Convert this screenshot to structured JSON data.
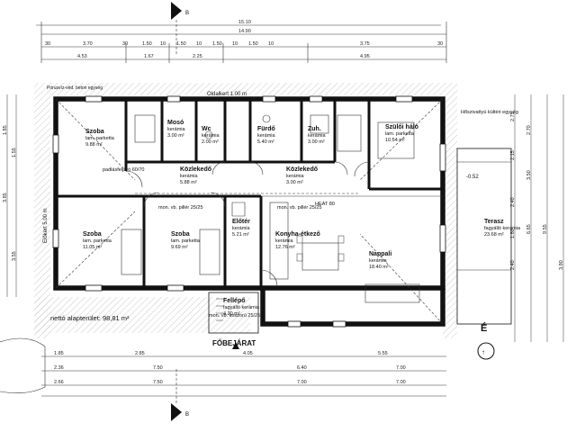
{
  "section": {
    "mark": "B"
  },
  "dims_top": {
    "total": "15.10",
    "inner": "14.90",
    "row3": [
      "30",
      "3.70",
      "30",
      "1.50",
      "10",
      "1.50",
      "10",
      "1.50",
      "10",
      "1.50",
      "10",
      "3.75",
      "30"
    ],
    "row4": [
      "4.53",
      "1.67",
      "2.25",
      "4.95"
    ]
  },
  "dims_bottom": {
    "row1": [
      "1.85",
      "2.85",
      "4.05",
      "5.55"
    ],
    "row2": [
      "2.36",
      "7.50",
      "6.40",
      "7.00"
    ],
    "row3": [
      "2.66",
      "7.50",
      "7.00",
      "7.00"
    ]
  },
  "dims_right": [
    "2.75",
    "2.15",
    "2.70",
    "3.50",
    "2.40",
    "1.80",
    "2.40",
    "6.65",
    "9.55",
    "3.90"
  ],
  "dims_left": [
    "1.85",
    "3.85",
    "1.55",
    "3.55"
  ],
  "labels": {
    "top_note": "Oldalkert 1.00 m",
    "left_note": "Előkert 5.00 m",
    "top_left_note": "Pórusvíz-véd. beton egység",
    "right_note": "Hőszivattyú kültéri egység",
    "net_area": "nettó alapterület: 98,81 m²",
    "main_entrance": "FŐBEJÁRAT",
    "north": "É",
    "north_arrow": "↑",
    "terrace_level": "-0.52",
    "attic": "padlásfeljáró 60/70",
    "pillar1": "mon. vb. pillér 25/25",
    "pillar2": "mon. vb. pillér 25/25",
    "heat": "HEAT 80",
    "pillar3": "mon. vb. koszorú 25/25"
  },
  "rooms": [
    {
      "name": "Szoba",
      "finish": "lam. parketta",
      "area": "9.88 m²"
    },
    {
      "name": "Mosó",
      "finish": "kerámia",
      "area": "3.00 m²"
    },
    {
      "name": "Wc",
      "finish": "kerámia",
      "area": "2.00 m²"
    },
    {
      "name": "Fürdő",
      "finish": "kerámia",
      "area": "5.40 m²"
    },
    {
      "name": "Zuh.",
      "finish": "kerámia",
      "area": "3.00 m²"
    },
    {
      "name": "Szülői háló",
      "finish": "lam. parketta",
      "area": "10.54 m²"
    },
    {
      "name": "Közlekedő",
      "finish": "kerámia",
      "area": "5.88 m²"
    },
    {
      "name": "Közlekedő",
      "finish": "kerámia",
      "area": "3.00 m²"
    },
    {
      "name": "Szoba",
      "finish": "lam. parketta",
      "area": "11.05 m²"
    },
    {
      "name": "Szoba",
      "finish": "lam. parketta",
      "area": "9.69 m²"
    },
    {
      "name": "Előtér",
      "finish": "kerámia",
      "area": "5.21 m²"
    },
    {
      "name": "Konyha-étkező",
      "finish": "kerámia",
      "area": "12.76 m²"
    },
    {
      "name": "Nappali",
      "finish": "kerámia",
      "area": "18.40 m²"
    },
    {
      "name": "Terasz",
      "finish": "fagyálló kerámia",
      "area": "23.68 m²"
    },
    {
      "name": "Fellépő",
      "finish": "fagyálló kerámia",
      "area": "4.20 m²"
    }
  ]
}
